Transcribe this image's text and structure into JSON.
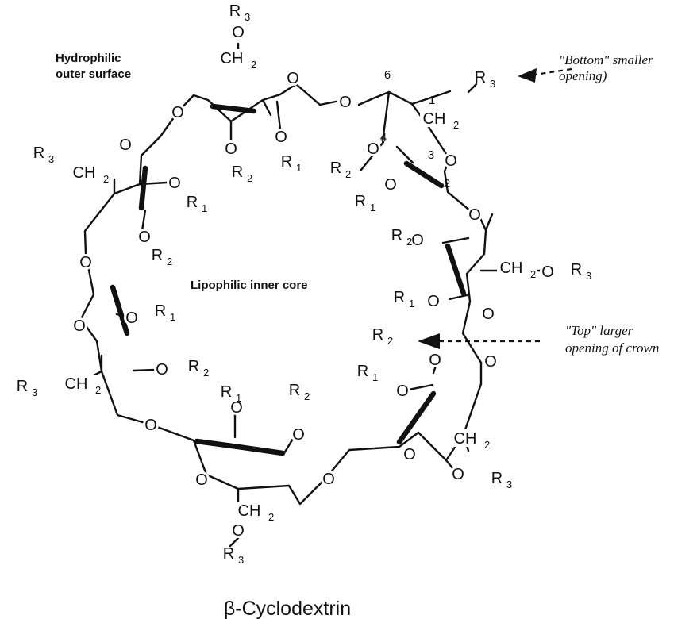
{
  "title": "β-Cyclodextrin",
  "labels": {
    "outer_1": "Hydrophilic",
    "outer_2": "outer surface",
    "inner": "Lipophilic inner core",
    "bottom_1": "\"Bottom\" smaller",
    "bottom_2": "opening)",
    "top_1": "\"Top\" larger",
    "top_2": "opening of crown"
  },
  "atoms": {
    "oxygen": "O",
    "ch2": "CH",
    "r": "R",
    "sub_1": "1",
    "sub_2": "2",
    "sub_3": "3"
  },
  "positions": [
    "1",
    "2",
    "3",
    "4",
    "6"
  ]
}
